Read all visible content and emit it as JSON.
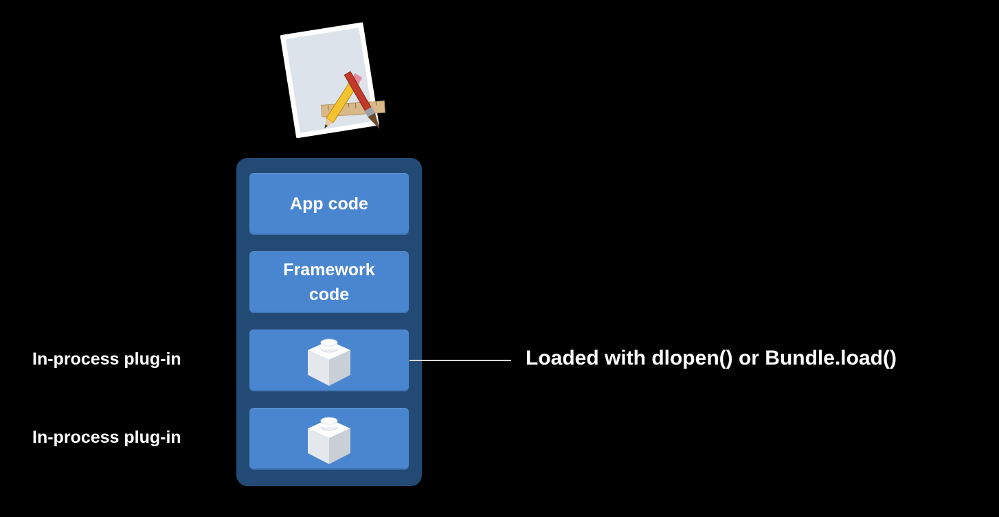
{
  "diagram": {
    "blocks": {
      "app_code": "App code",
      "framework_line1": "Framework",
      "framework_line2": "code"
    },
    "plugins": [
      {
        "label": "In-process plug-in",
        "icon": "plugin-brick-icon"
      },
      {
        "label": "In-process plug-in",
        "icon": "plugin-brick-icon"
      }
    ],
    "callout": "Loaded with dlopen() or Bundle.load()",
    "app_icon": "xcode-app-icon",
    "colors": {
      "background": "#000000",
      "container": "#234a75",
      "block": "#4a86cf",
      "text": "#ffffff",
      "connector": "#d9d9d9"
    }
  }
}
